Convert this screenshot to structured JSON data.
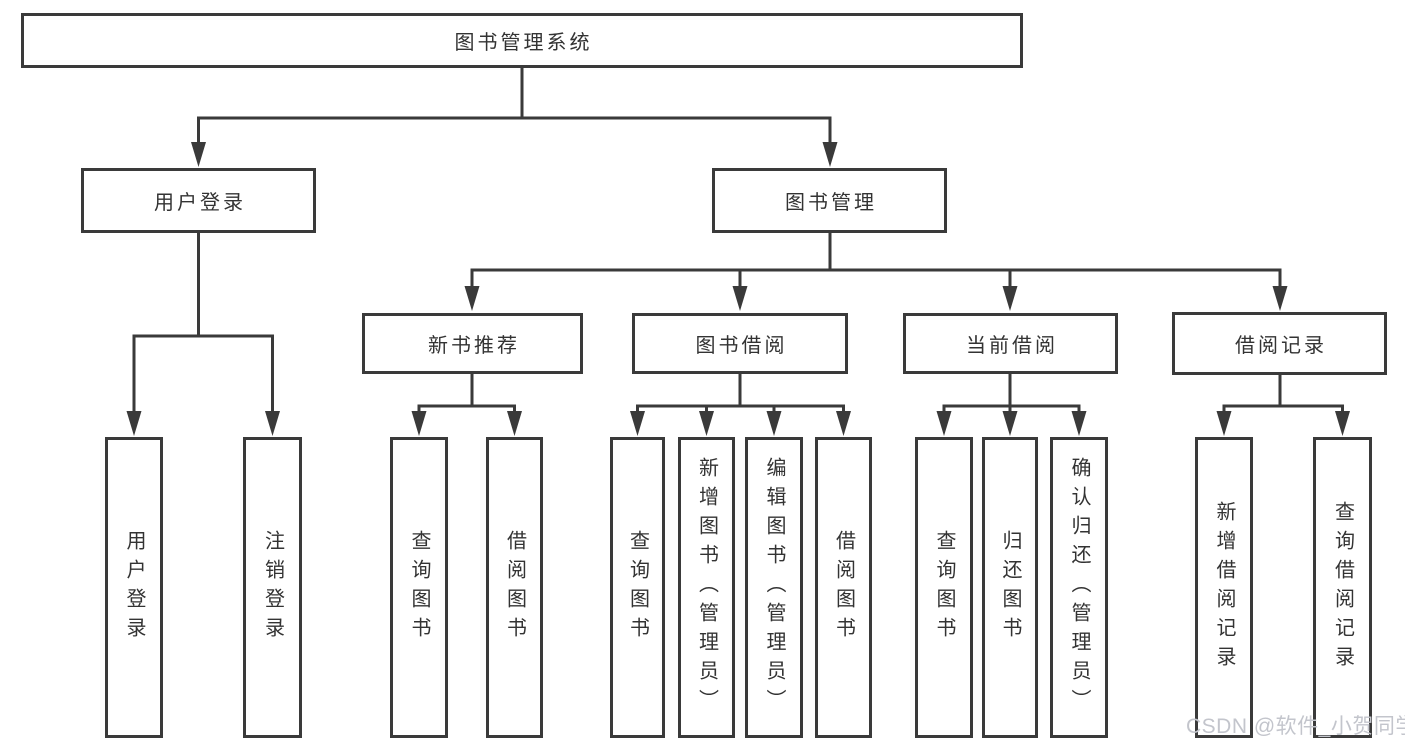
{
  "tree": {
    "root": {
      "label": "图书管理系统"
    },
    "branches": [
      {
        "label": "用户登录",
        "leaves": [
          "用户登录",
          "注销登录"
        ]
      },
      {
        "label": "图书管理",
        "children": [
          {
            "label": "新书推荐",
            "leaves": [
              "查询图书",
              "借阅图书"
            ]
          },
          {
            "label": "图书借阅",
            "leaves": [
              "查询图书",
              "新增图书（管理员）",
              "编辑图书（管理员）",
              "借阅图书"
            ]
          },
          {
            "label": "当前借阅",
            "leaves": [
              "查询图书",
              "归还图书",
              "确认归还（管理员）"
            ]
          },
          {
            "label": "借阅记录",
            "leaves": [
              "新增借阅记录",
              "查询借阅记录"
            ]
          }
        ]
      }
    ]
  },
  "watermark": "CSDN @软件_小贺同学",
  "colors": {
    "line": "#3a3a3a",
    "text": "#333333",
    "watermark": "#c3c5cc",
    "bg": "#ffffff"
  }
}
